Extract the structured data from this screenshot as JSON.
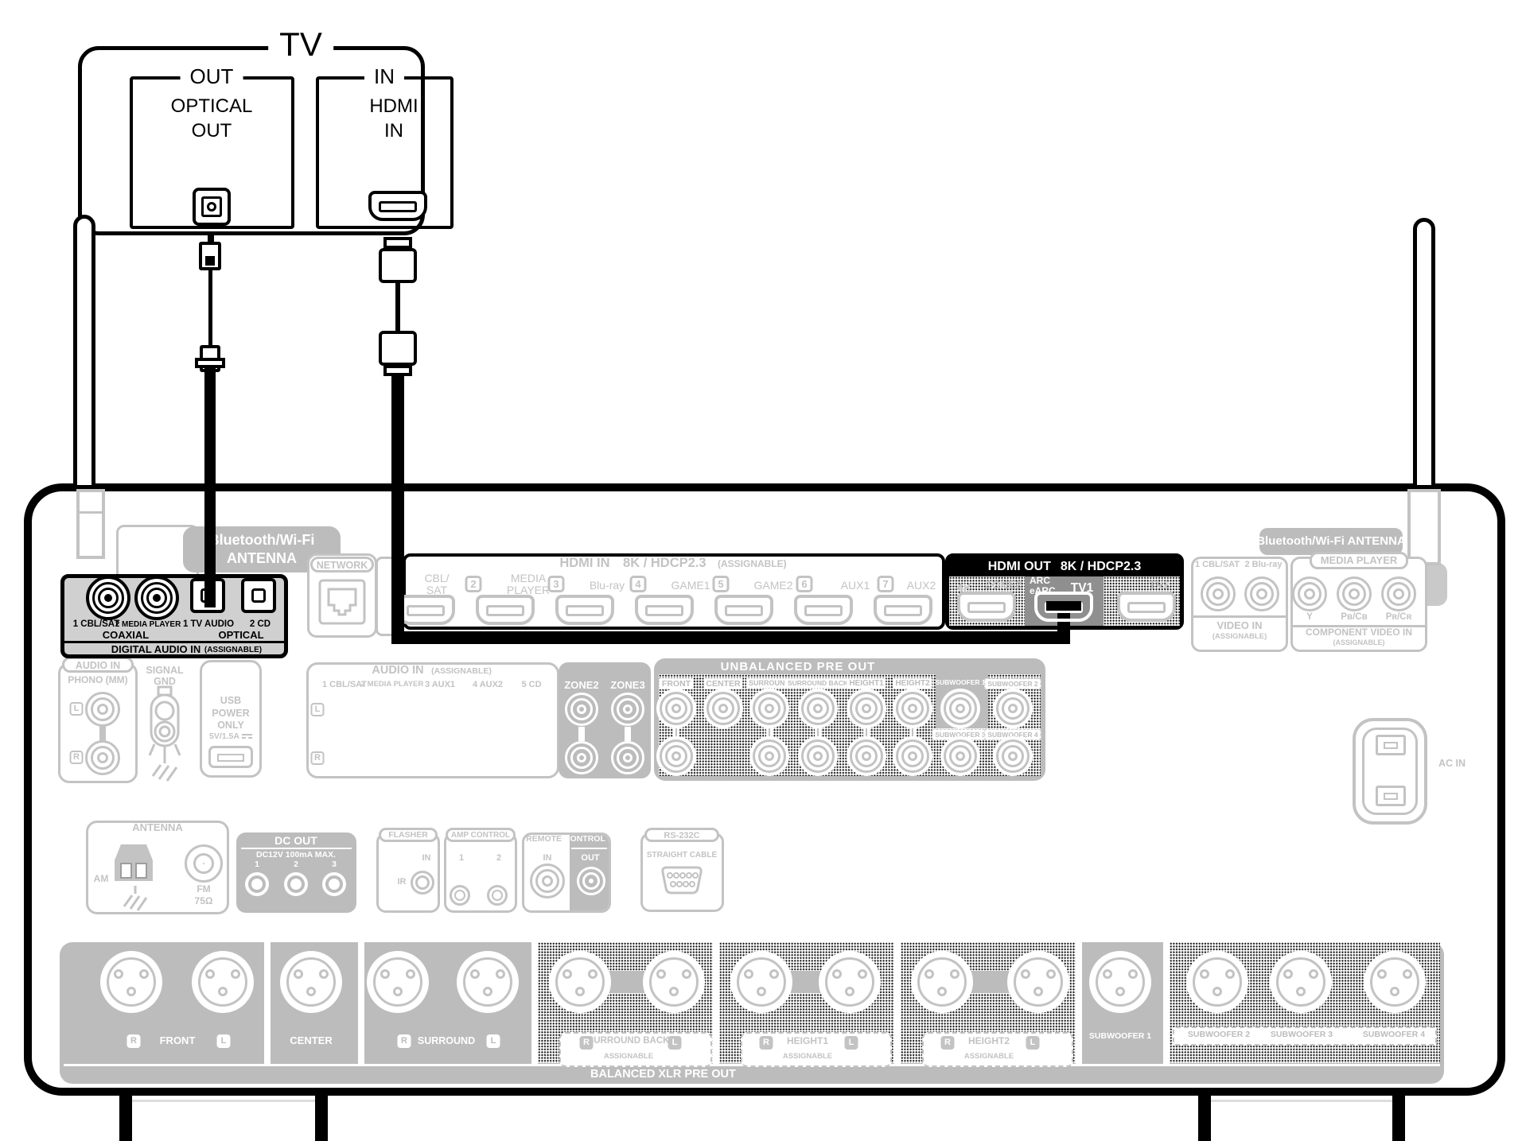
{
  "tv": {
    "title": "TV",
    "out": "OUT",
    "in": "IN",
    "optical": "OPTICAL\nOUT",
    "hdmi": "HDMI\nIN"
  },
  "bt_left": "Bluetooth/Wi-Fi\nANTENNA",
  "bt_right": "Bluetooth/Wi-Fi ANTENNA",
  "network": "NETWORK",
  "hdmi_in": {
    "title": "HDMI IN",
    "spec": "8K / HDCP2.3",
    "assignable": "(ASSIGNABLE)",
    "ports": [
      {
        "num": "",
        "label": "CBL/\nSAT"
      },
      {
        "num": "2",
        "label": "MEDIA\nPLAYER"
      },
      {
        "num": "3",
        "label": "Blu-ray"
      },
      {
        "num": "4",
        "label": "GAME1"
      },
      {
        "num": "5",
        "label": "GAME2"
      },
      {
        "num": "6",
        "label": "AUX1"
      },
      {
        "num": "7",
        "label": "AUX2"
      }
    ]
  },
  "hdmi_out": {
    "title": "HDMI OUT",
    "spec": "8K / HDCP2.3",
    "a": "4K",
    "b": "ZONE2",
    "arc": "ARC\neARC",
    "tv1": "TV1",
    "tv2": "TV2"
  },
  "dai": {
    "c1": "1 CBL/SAT",
    "c2": "2 MEDIA PLAYER",
    "o1": "1 TV AUDIO",
    "o2": "2 CD",
    "coaxial": "COAXIAL",
    "optical": "OPTICAL",
    "title": "DIGITAL AUDIO IN",
    "assignable": "(ASSIGNABLE)"
  },
  "video_in": {
    "j1": "1 CBL/SAT",
    "j2": "2 Blu-ray",
    "title": "VIDEO IN",
    "assignable": "(ASSIGNABLE)"
  },
  "comp": {
    "header": "MEDIA PLAYER",
    "y": "Y",
    "pb": "Pʙ/Cʙ",
    "pr": "Pʀ/Cʀ",
    "title": "COMPONENT VIDEO IN",
    "assignable": "(ASSIGNABLE)"
  },
  "phono": {
    "header": "AUDIO IN",
    "sub": "PHONO (MM)",
    "l": "L",
    "r": "R"
  },
  "sgnd": "SIGNAL\nGND",
  "usb": {
    "t": "USB\nPOWER\nONLY",
    "spec": "5V/1.5A"
  },
  "ain": {
    "header": "AUDIO IN",
    "assignable": "(ASSIGNABLE)",
    "l": "L",
    "r": "R",
    "cols": [
      "1 CBL/SAT",
      "2 MEDIA PLAYER",
      "3 AUX1",
      "4 AUX2",
      "5 CD"
    ]
  },
  "zone": {
    "z2": "ZONE2",
    "z3": "ZONE3"
  },
  "pre": {
    "title": "UNBALANCED PRE OUT",
    "front": "FRONT",
    "center": "CENTER",
    "surround": "SURROUND",
    "sback": "SURROUND BACK",
    "h1": "HEIGHT1",
    "h2": "HEIGHT2",
    "sub1": "SUBWOOFER 1",
    "sub2": "SUBWOOFER 2",
    "sub3": "SUBWOOFER 3",
    "sub4": "SUBWOOFER 4"
  },
  "acin": "AC IN",
  "ant": {
    "title": "ANTENNA",
    "am": "AM",
    "fm": "FM",
    "ohm": "75Ω"
  },
  "dc": {
    "title": "DC OUT",
    "spec": "DC12V 100mA MAX.",
    "n1": "1",
    "n2": "2",
    "n3": "3"
  },
  "fl": {
    "title": "FLASHER",
    "in": "IN",
    "ir": "IR"
  },
  "amp": {
    "title": "AMP CONTROL",
    "n1": "1",
    "n2": "2"
  },
  "rem": {
    "a": "REMOTE",
    "b": "CONTROL",
    "in": "IN",
    "out": "OUT"
  },
  "rs": {
    "title": "RS-232C",
    "sub": "STRAIGHT CABLE"
  },
  "xlr": {
    "footer": "BALANCED XLR PRE OUT",
    "asg": "ASSIGNABLE",
    "r": "R",
    "l": "L",
    "front": "FRONT",
    "center": "CENTER",
    "surround": "SURROUND",
    "sback": "SURROUND BACK",
    "h1": "HEIGHT1",
    "h2": "HEIGHT2",
    "sub1": "SUBWOOFER 1",
    "sub2": "SUBWOOFER 2",
    "sub3": "SUBWOOFER 3",
    "sub4": "SUBWOOFER 4"
  }
}
